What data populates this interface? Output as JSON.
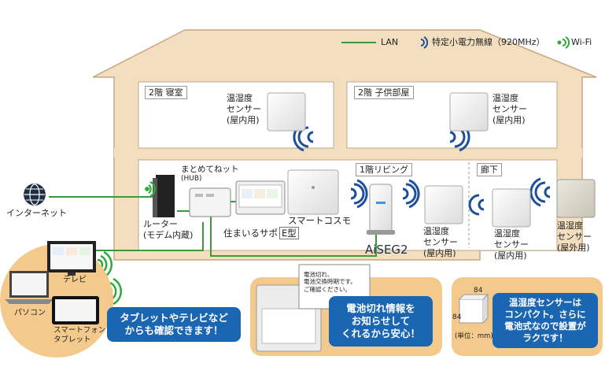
{
  "legend": {
    "lan": "LAN",
    "wireless": "特定小電力無線（920MHz）",
    "wifi": "Wi-Fi"
  },
  "rooms": {
    "bedroom": "2階 寝室",
    "kids": "2階 子供部屋",
    "living": "1階リビング",
    "hallway": "廊下"
  },
  "devices": {
    "sensor_indoor": [
      "温湿度",
      "センサー",
      "(屋内用)"
    ],
    "sensor_outdoor": [
      "温湿度",
      "センサー",
      "(屋外用)"
    ],
    "hub": [
      "まとめてねット",
      "(HUB)"
    ],
    "router": [
      "ルーター",
      "(モデム内蔵)"
    ],
    "sumai_sapo": "住まいるサポ",
    "sumai_sapo_badge": "E型",
    "smart_cosmo": "スマートコスモ",
    "aiseg": "AiSEG2",
    "internet": "インターネット",
    "tv": "テレビ",
    "pc": "パソコン",
    "phone_tablet": [
      "スマートフォン",
      "タブレット"
    ]
  },
  "notice": {
    "lines": [
      "電池切れ、",
      "電池交換時期です。",
      "ご確認ください。"
    ]
  },
  "callouts": {
    "tablet": [
      "タブレットやテレビなど",
      "からも確認できます！"
    ],
    "battery": [
      "電池切れ情報を",
      "お知らせして",
      "くれるから安心！"
    ],
    "compact": [
      "温湿度センサーは",
      "コンパクト。さらに",
      "電池式なので設置が",
      "ラクです！"
    ]
  },
  "dimensions": {
    "width": "84",
    "height": "84",
    "unit": "(単位：mm)"
  },
  "colors": {
    "lan": "#3c9a3c",
    "wireless": "#1d4f9c",
    "wifi": "#2fa83a",
    "house_fill": "#f3dfc0",
    "house_stroke": "#c7a882",
    "callout_blue": "#1b66b3",
    "callout_orange": "#f3c98c"
  }
}
